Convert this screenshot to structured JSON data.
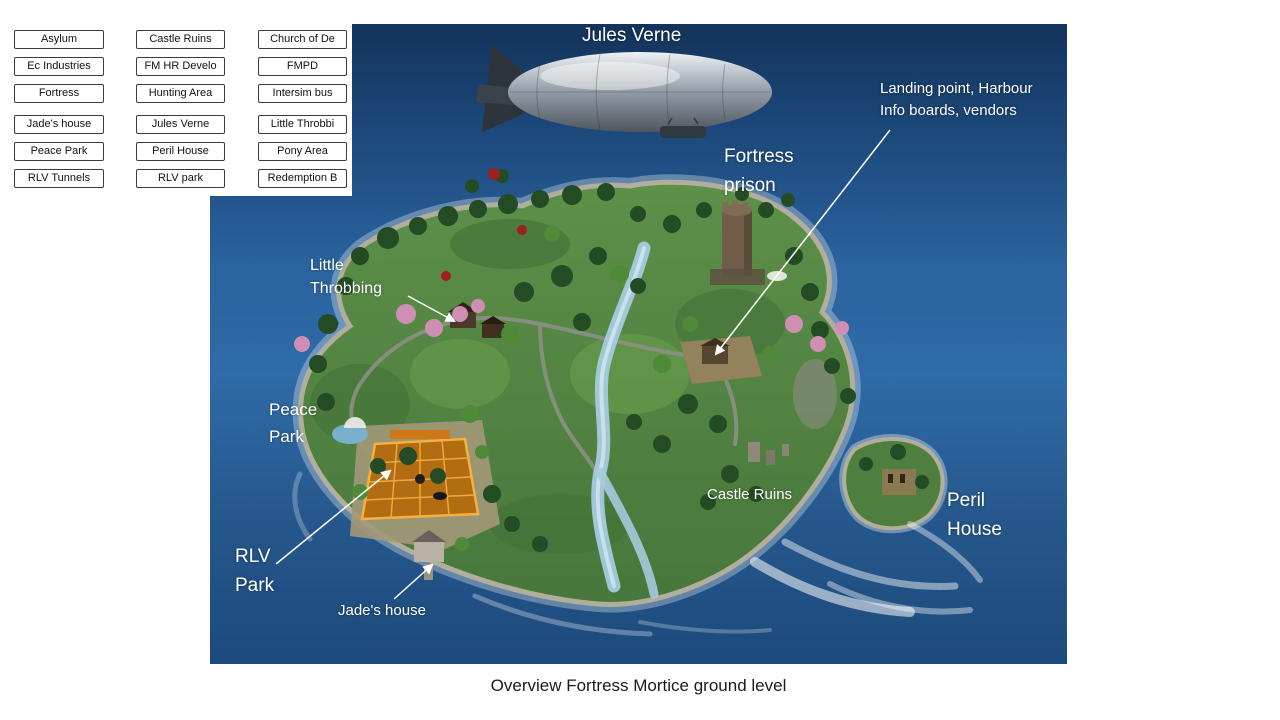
{
  "caption": "Overview Fortress Mortice ground level",
  "location_buttons": {
    "col1": [
      "Asylum",
      "Ec Industries",
      "Fortress",
      "Jade's house",
      "Peace Park",
      "RLV Tunnels"
    ],
    "col2": [
      "Castle Ruins",
      "FM HR Develo",
      "Hunting Area",
      "Jules Verne",
      "Peril House",
      "RLV park"
    ],
    "col3": [
      "Church of De",
      "FMPD",
      "Intersim bus",
      "Little Throbbi",
      "Pony Area",
      "Redemption B"
    ]
  },
  "map_labels": {
    "jules_verne": "Jules Verne",
    "landing_point": {
      "line1": "Landing point, Harbour",
      "line2": "Info boards, vendors"
    },
    "fortress_prison": {
      "line1": "Fortress",
      "line2": "prison"
    },
    "little_throbbing": {
      "line1": "Little",
      "line2": "Throbbing"
    },
    "peace_park": {
      "line1": "Peace",
      "line2": "Park"
    },
    "castle_ruins": "Castle Ruins",
    "peril_house": {
      "line1": "Peril",
      "line2": "House"
    },
    "rlv_park": {
      "line1": "RLV",
      "line2": "Park"
    },
    "jades_house": "Jade's house"
  },
  "colors": {
    "ocean_top": "#13335a",
    "ocean_mid": "#2f6ba8",
    "ocean_bottom": "#1c4a7c",
    "island_green": "#55894a",
    "label_text": "#ffffff",
    "rlv_platform_orange": "#b26d12",
    "caption_text": "#1a1a1a"
  }
}
